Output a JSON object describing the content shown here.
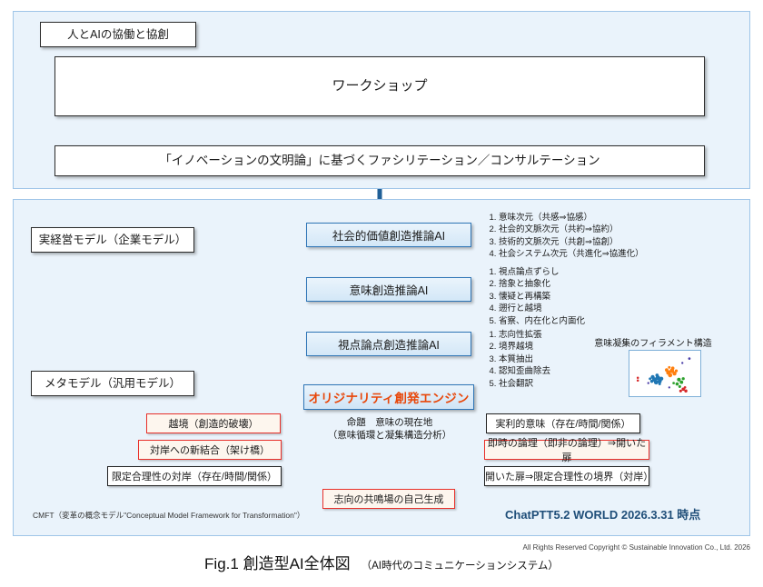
{
  "figure": {
    "caption_main": "Fig.1 創造型AI全体図",
    "caption_sub": "（AI時代のコミュニケーションシステム）",
    "copyright": "All Rights Reserved Copyright © Sustainable Innovation Co., Ltd.  2026"
  },
  "upper_panel": {
    "title_tag": "人とAIの協働と協創",
    "workshop": "ワークショップ",
    "facilitation": "「イノベーションの文明論」に基づくファシリテーション／コンサルテーション"
  },
  "lower_panel": {
    "models": {
      "business": "実経営モデル（企業モデル）",
      "meta": "メタモデル（汎用モデル）"
    },
    "ai_stack": [
      {
        "label": "社会的価値創造推論AI"
      },
      {
        "label": "意味創造推論AI"
      },
      {
        "label": "視点論点創造推論AI"
      }
    ],
    "engine": {
      "label": "オリジナリティ創発エンジン",
      "proposition_line1": "命題　意味の現在地",
      "proposition_line2": "（意味循環と凝集構造分析）"
    },
    "lists": [
      {
        "for": "社会的価値創造推論AI",
        "items": [
          "意味次元（共感⇒協感）",
          "社会的文脈次元（共約⇒協約）",
          "技術的文脈次元（共創⇒協創）",
          "社会システム次元（共進化⇒協進化）"
        ]
      },
      {
        "for": "意味創造推論AI",
        "items": [
          "視点論点ずらし",
          "捨象と抽象化",
          "懐疑と再構築",
          "遡行と越境",
          "省察、内在化と内面化"
        ]
      },
      {
        "for": "視点論点創造推論AI",
        "items": [
          "志向性拡張",
          "境界越境",
          "本質抽出",
          "認知歪曲除去",
          "社会翻訳"
        ]
      }
    ],
    "filament": {
      "label": "意味凝集のフィラメント構造",
      "cluster_colors": [
        "#1f77b4",
        "#ff7f0e",
        "#2ca02c",
        "#d62728"
      ]
    },
    "left_boxes": [
      {
        "label": "越境（創造的破壊）",
        "style": "red"
      },
      {
        "label": "対岸への新結合（架け橋）",
        "style": "red"
      },
      {
        "label": "限定合理性の対岸（存在/時間/関係）",
        "style": "plain"
      }
    ],
    "right_boxes": [
      {
        "label": "実利的意味（存在/時間/関係）",
        "style": "plain"
      },
      {
        "label": "即時の論理（即非の論理）⇒開いた扉",
        "style": "red"
      },
      {
        "label": "開いた扉⇒限定合理性の境界（対岸）",
        "style": "plain"
      }
    ],
    "bottom_box": {
      "label": "志向の共鳴場の自己生成",
      "style": "red"
    },
    "cmft_note": "CMFT（変革の概念モデル\"Conceptual Model Framework for Transformation\"）",
    "version_note": "ChatPTT5.2 WORLD 2026.3.31 時点"
  },
  "colors": {
    "panel_bg": "#eaf3fb",
    "panel_border": "#9fc5e8",
    "arrow_blue": "#1f5f97",
    "accent_orange": "#e8470a",
    "accent_red": "#e8302a",
    "version_blue": "#1f4e79"
  }
}
